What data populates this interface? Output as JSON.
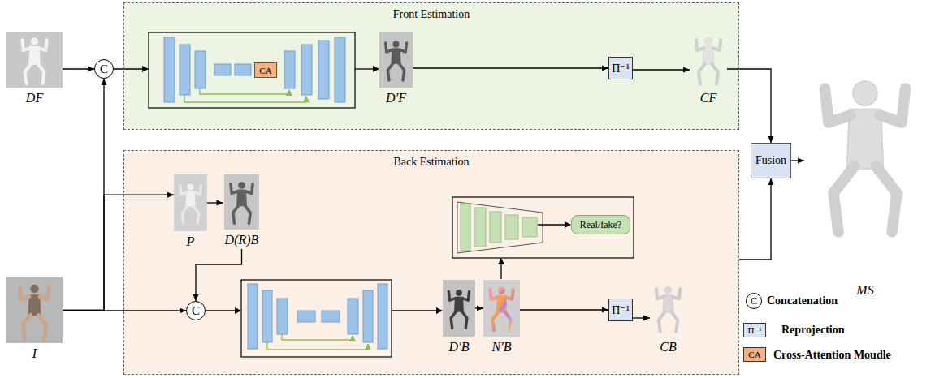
{
  "diagram": {
    "nodes": [
      {
        "text": [
          "DF"
        ]
      },
      {
        "text": [
          "C"
        ]
      },
      {
        "text": [
          "I"
        ]
      },
      {
        "text": [
          "Front Estimation"
        ]
      },
      {
        "text": [
          "CA"
        ],
        "in": 3
      },
      {
        "text": [
          "D′F"
        ],
        "in": 3
      },
      {
        "text": [
          "Π⁻¹"
        ],
        "in": 3
      },
      {
        "text": [
          "CF"
        ],
        "in": 3
      },
      {
        "text": [
          "Back Estimation"
        ]
      },
      {
        "text": [
          "P"
        ],
        "in": 8
      },
      {
        "text": [
          "D(R)B"
        ],
        "in": 8
      },
      {
        "text": [
          "C"
        ],
        "in": 8
      },
      {
        "text": [
          "Real/fake?"
        ],
        "in": 8
      },
      {
        "text": [
          "D′B"
        ],
        "in": 8
      },
      {
        "text": [
          "N′B"
        ],
        "in": 8
      },
      {
        "text": [
          "Π⁻¹"
        ],
        "in": 8
      },
      {
        "text": [
          "CB"
        ],
        "in": 8
      },
      {
        "text": [
          "Fusion"
        ]
      },
      {
        "text": [
          "MS"
        ]
      }
    ],
    "edges": [
      {
        "from": 0,
        "to": 1,
        "arrow": "to"
      },
      {
        "from": 2,
        "to": 1,
        "arrow": "to"
      },
      {
        "from": 2,
        "to": 9,
        "arrow": "to"
      },
      {
        "from": 2,
        "to": 11,
        "arrow": "to"
      },
      {
        "from": 9,
        "to": 10,
        "arrow": "to"
      },
      {
        "from": 10,
        "to": 11,
        "arrow": "to"
      },
      {
        "from": 5,
        "to": 6,
        "arrow": "to"
      },
      {
        "from": 6,
        "to": 7,
        "arrow": "to"
      },
      {
        "from": 7,
        "to": 17,
        "arrow": "to"
      },
      {
        "from": 13,
        "to": 14,
        "arrow": "to"
      },
      {
        "from": 14,
        "to": 15,
        "arrow": "to"
      },
      {
        "from": 15,
        "to": 16,
        "arrow": "to"
      },
      {
        "from": 8,
        "to": 17,
        "arrow": "to"
      },
      {
        "from": 17,
        "to": 18,
        "arrow": "to"
      }
    ],
    "labels": [
      "C",
      "Π⁻¹",
      "CA"
    ],
    "legend": [
      {
        "text": "Concatenation"
      },
      {
        "text": "Reprojection",
        "color": "#dae3f3"
      },
      {
        "text": "Cross-Attention Moudle",
        "color": "#f4b183"
      }
    ]
  }
}
